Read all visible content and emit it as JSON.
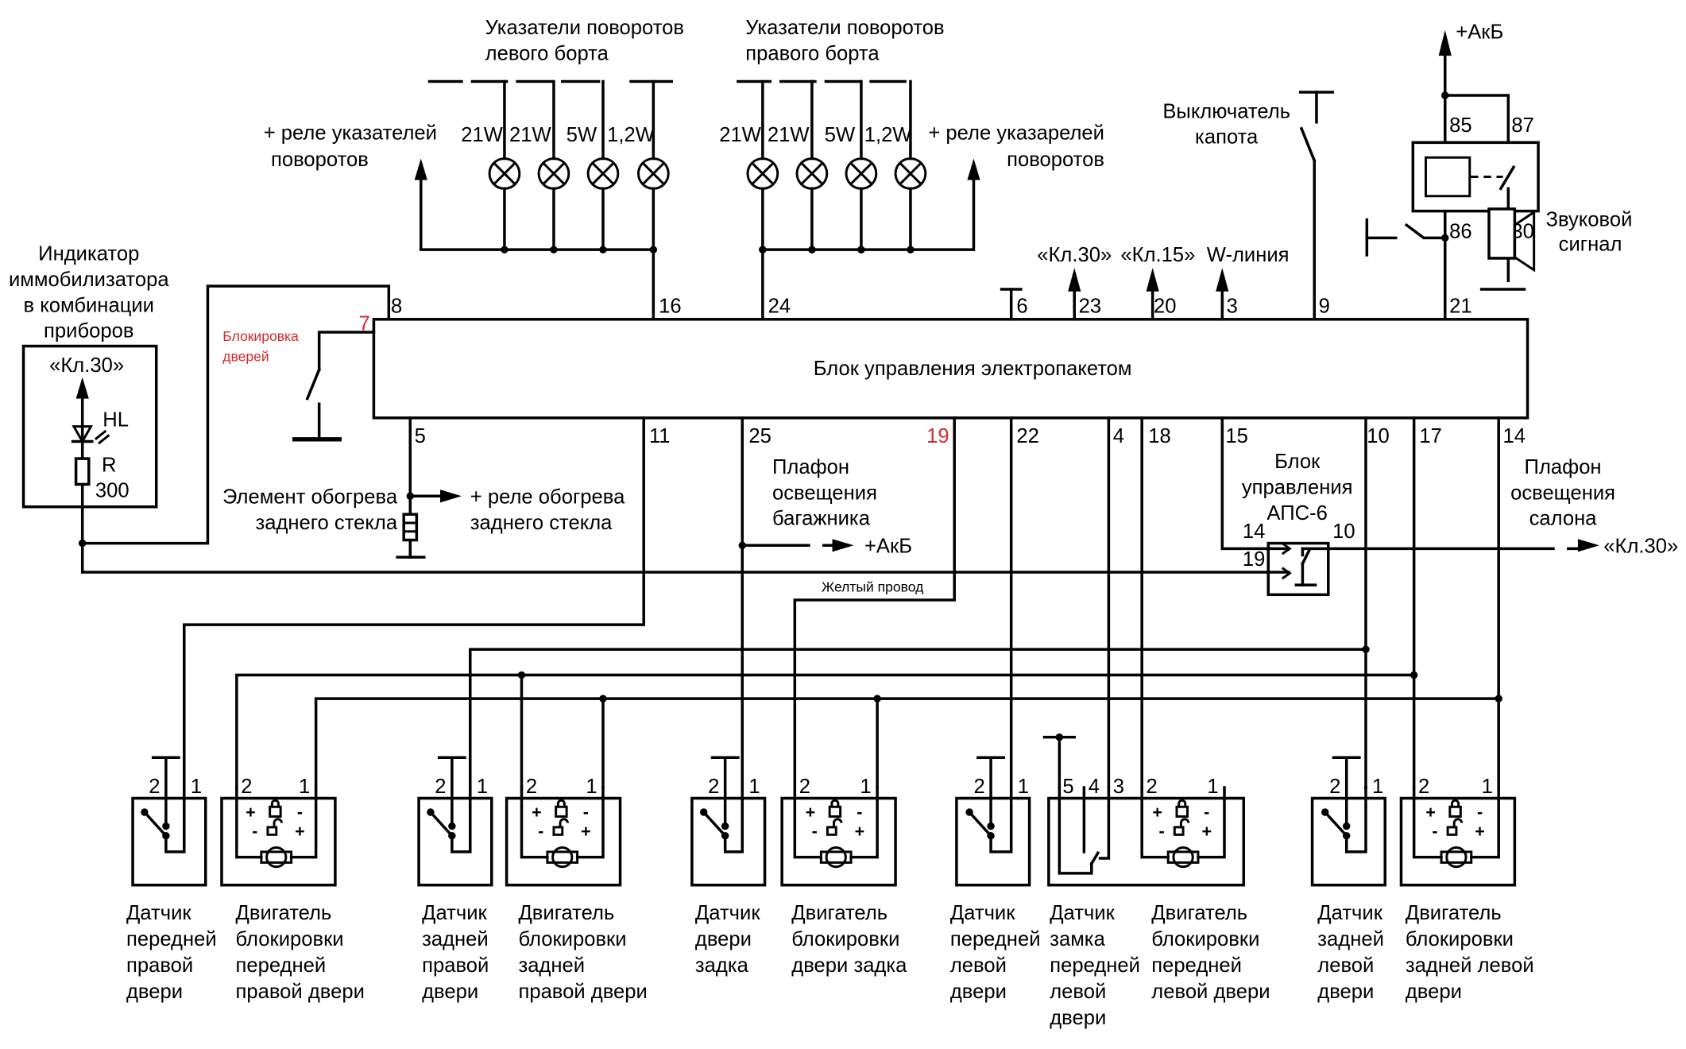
{
  "title": "Блок управления электропакетом",
  "top": {
    "left_turn_lamps": {
      "label": [
        "Указатели поворотов",
        "левого борта"
      ],
      "lamps": [
        "21W",
        "21W",
        "5W",
        "1,2W"
      ],
      "relay_label": [
        "+ реле указателей",
        "поворотов"
      ]
    },
    "right_turn_lamps": {
      "label": [
        "Указатели поворотов",
        "правого борта"
      ],
      "lamps": [
        "21W",
        "21W",
        "5W",
        "1,2W"
      ],
      "relay_label": [
        "+ реле указарелей",
        "поворотов"
      ]
    },
    "kl30": "«Кл.30»",
    "kl15": "«Кл.15»",
    "w_line": "W-линия",
    "hood_switch": [
      "Выключатель",
      "капота"
    ],
    "akb": "+АкБ",
    "relay_pins": [
      "85",
      "87",
      "86",
      "30"
    ],
    "horn": [
      "Звуковой",
      "сигнал"
    ]
  },
  "left": {
    "immobilizer": [
      "Индикатор",
      "иммобилизатора",
      "в комбинации",
      "приборов"
    ],
    "kl30": "«Кл.30»",
    "hl": "HL",
    "r": "R",
    "r_value": "300",
    "door_lock": [
      "Блокировка",
      "дверей"
    ],
    "heater": [
      "Элемент обогрева",
      "заднего стекла"
    ],
    "heater_relay": [
      "+ реле обогрева",
      "заднего стекла"
    ]
  },
  "pins_top": [
    "8",
    "7",
    "16",
    "24",
    "6",
    "23",
    "20",
    "3",
    "9",
    "21"
  ],
  "pins_bottom": [
    "5",
    "11",
    "25",
    "19",
    "22",
    "4",
    "18",
    "15",
    "10",
    "17",
    "14"
  ],
  "middle": {
    "trunk_lamp": [
      "Плафон",
      "освещения",
      "багажника"
    ],
    "trunk_akb": "+АкБ",
    "yellow_wire": "Желтый провод",
    "aps6": [
      "Блок",
      "управления",
      "АПС-6"
    ],
    "aps6_pins": [
      "14",
      "19",
      "10"
    ],
    "cabin_lamp": [
      "Плафон",
      "освещения",
      "салона"
    ],
    "cabin_kl30": "«Кл.30»"
  },
  "devices": [
    {
      "label": [
        "Датчик",
        "передней",
        "правой",
        "двери"
      ],
      "pins": [
        "2",
        "1"
      ]
    },
    {
      "label": [
        "Двигатель",
        "блокировки",
        "передней",
        "правой двери"
      ],
      "pins": [
        "2",
        "1"
      ]
    },
    {
      "label": [
        "Датчик",
        "задней",
        "правой",
        "двери"
      ],
      "pins": [
        "2",
        "1"
      ]
    },
    {
      "label": [
        "Двигатель",
        "блокировки",
        "задней",
        "правой двери"
      ],
      "pins": [
        "2",
        "1"
      ]
    },
    {
      "label": [
        "Датчик",
        "двери",
        "задка"
      ],
      "pins": [
        "2",
        "1"
      ]
    },
    {
      "label": [
        "Двигатель",
        "блокировки",
        "двери задка"
      ],
      "pins": [
        "2",
        "1"
      ]
    },
    {
      "label": [
        "Датчик",
        "передней",
        "левой",
        "двери"
      ],
      "pins": [
        "2",
        "1"
      ]
    },
    {
      "label": [
        "Датчик",
        "замка",
        "передней",
        "левой",
        "двери"
      ],
      "pins": [
        "5",
        "4",
        "3"
      ]
    },
    {
      "label": [
        "Двигатель",
        "блокировки",
        "передней",
        "левой двери"
      ],
      "pins": [
        "2",
        "1"
      ]
    },
    {
      "label": [
        "Датчик",
        "задней",
        "левой",
        "двери"
      ],
      "pins": [
        "2",
        "1"
      ]
    },
    {
      "label": [
        "Двигатель",
        "блокировки",
        "задней левой",
        "двери"
      ],
      "pins": [
        "2",
        "1"
      ]
    }
  ],
  "motor_signs": {
    "lock_plus": "+",
    "lock_minus": "-",
    "unlock_minus": "-",
    "unlock_plus": "+"
  },
  "colors": {
    "wire": "#000000",
    "annotation_red": "#d42a2a"
  }
}
